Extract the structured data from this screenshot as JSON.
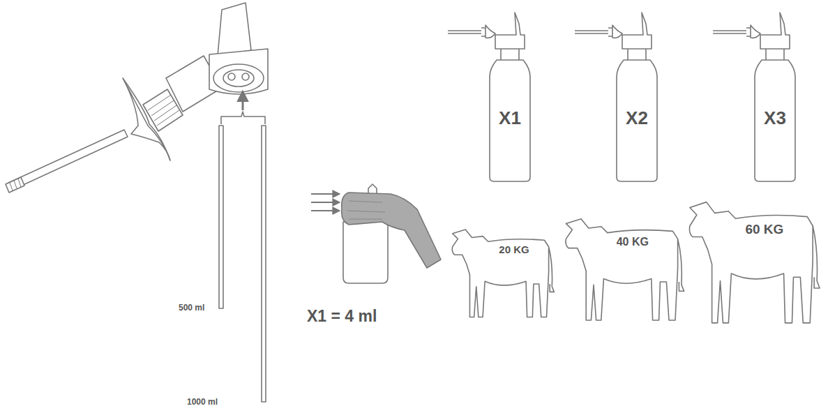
{
  "diagram": {
    "nodes": [
      {
        "text": [
          "X1"
        ]
      },
      {
        "text": [
          "X2"
        ]
      },
      {
        "text": [
          "X3"
        ]
      },
      {
        "text": [
          "20 KG"
        ]
      },
      {
        "text": [
          "40 KG"
        ]
      },
      {
        "text": [
          "60 KG"
        ]
      }
    ],
    "labels": [
      "500 ml",
      "1000 ml",
      "X1 = 4 ml"
    ]
  }
}
